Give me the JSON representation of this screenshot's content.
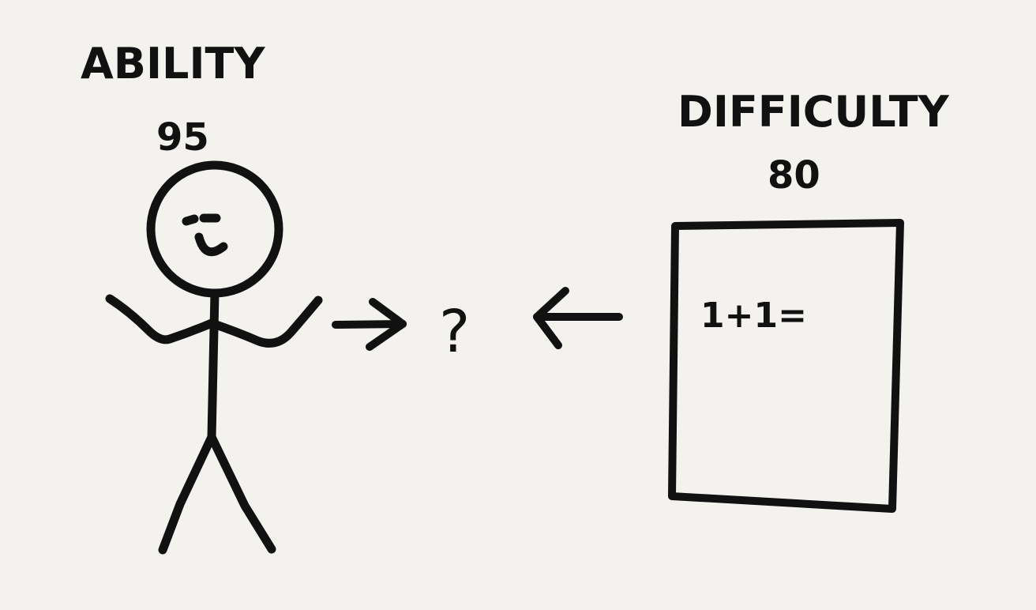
{
  "person": {
    "label": "ABILITY",
    "value": "95"
  },
  "task": {
    "label": "DIFFICULTY",
    "value": "80",
    "formula": "1+1="
  },
  "middle": {
    "symbol": "?"
  },
  "colors": {
    "ink": "#111111",
    "paper": "#f4f2ee"
  }
}
